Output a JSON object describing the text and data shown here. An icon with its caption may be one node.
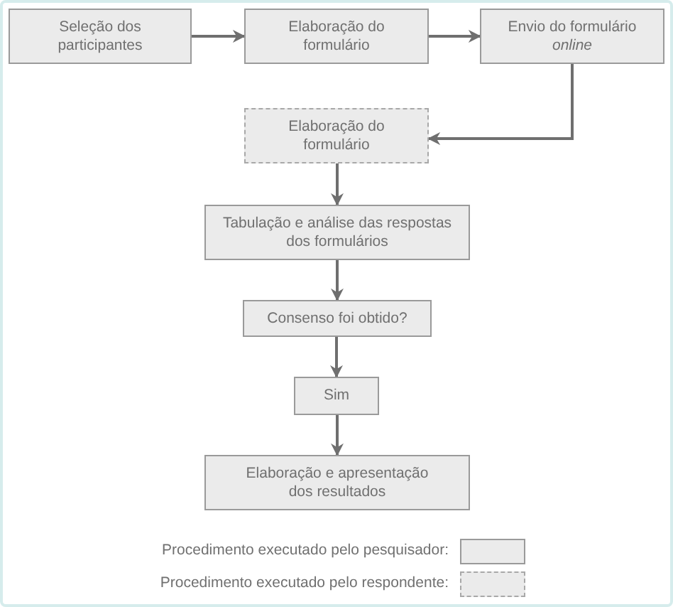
{
  "diagram": {
    "nodes": [
      {
        "text": [
          "Seleção dos participantes"
        ]
      },
      {
        "text": [
          "Elaboração do formulário"
        ]
      },
      {
        "text": [
          "Envio do formulário *online*"
        ]
      },
      {
        "text": [
          "Elaboração do formulário"
        ]
      },
      {
        "text": [
          "Tabulação e análise das respostas dos formulários"
        ]
      },
      {
        "text": [
          "Consenso foi obtido?"
        ]
      },
      {
        "text": [
          "Sim"
        ]
      },
      {
        "text": [
          "Elaboração e apresentação dos resultados"
        ]
      }
    ],
    "edges": [
      {
        "from": 0,
        "to": 1,
        "arrow": "to"
      },
      {
        "from": 1,
        "to": 2,
        "arrow": "to"
      },
      {
        "from": 2,
        "to": 3,
        "arrow": "to"
      },
      {
        "from": 3,
        "to": 4,
        "arrow": "to"
      },
      {
        "from": 4,
        "to": 5,
        "arrow": "to"
      },
      {
        "from": 5,
        "to": 6,
        "arrow": "to"
      },
      {
        "from": 6,
        "to": 7,
        "arrow": "to"
      }
    ],
    "legend": [
      {
        "text": "Procedimento executado pelo pesquisador:"
      },
      {
        "text": "Procedimento executado pelo respondente:"
      }
    ]
  }
}
